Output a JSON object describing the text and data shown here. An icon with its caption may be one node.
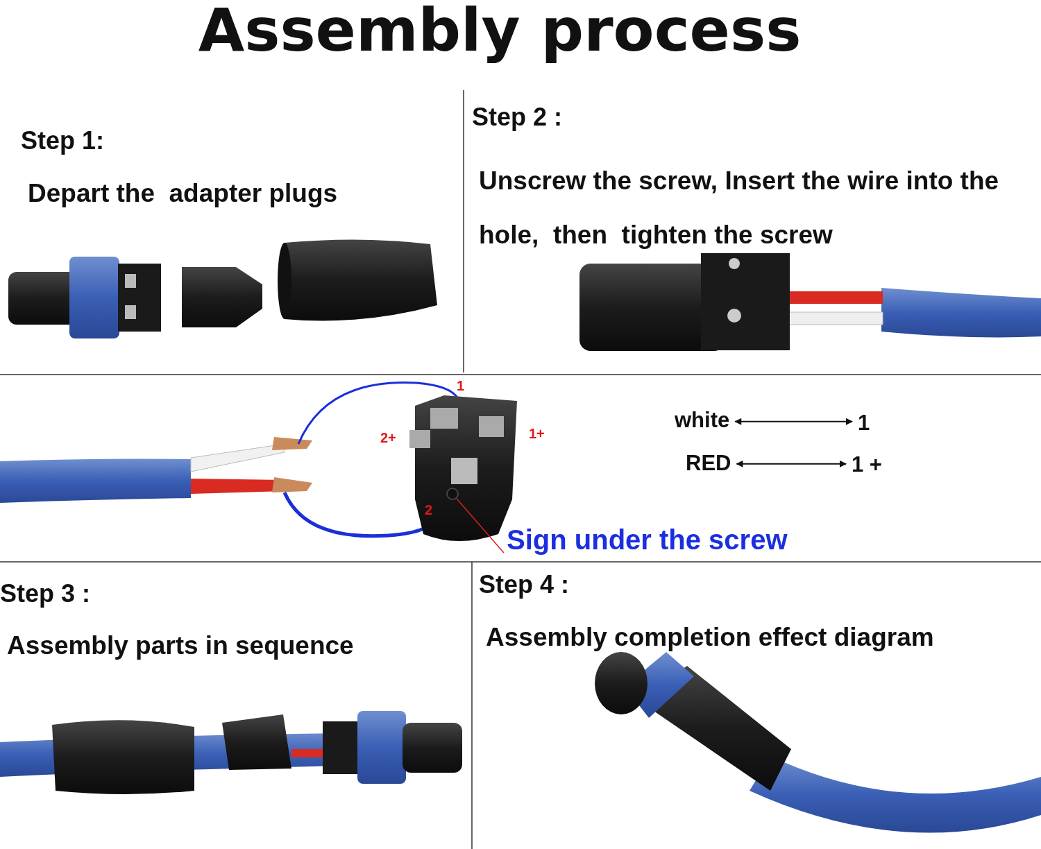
{
  "diagram": {
    "title": "Assembly process",
    "nodes": [
      {
        "text": [
          "white"
        ]
      },
      {
        "text": [
          "1"
        ]
      },
      {
        "text": [
          "RED"
        ]
      },
      {
        "text": [
          "1 +"
        ]
      },
      {
        "text": [
          "Sign under the screw"
        ]
      },
      {
        "text": [],
        "shape": "circle"
      }
    ],
    "edges": [
      {
        "from": 0,
        "to": 1,
        "arrow": "both"
      },
      {
        "from": 2,
        "to": 3,
        "arrow": "both"
      },
      {
        "from": 4,
        "to": 5,
        "arrow": "none",
        "color": "#d8201c"
      }
    ],
    "labels": [
      "Step 1:",
      "Depart the  adapter plugs",
      "Step 2 :",
      "Unscrew the screw, Insert the wire into the hole,  then  tighten the screw",
      "1",
      "2+",
      "1+",
      "2",
      "Step 3 :",
      "Assembly parts in sequence",
      "Step 4 :",
      "Assembly completion effect diagram"
    ]
  }
}
